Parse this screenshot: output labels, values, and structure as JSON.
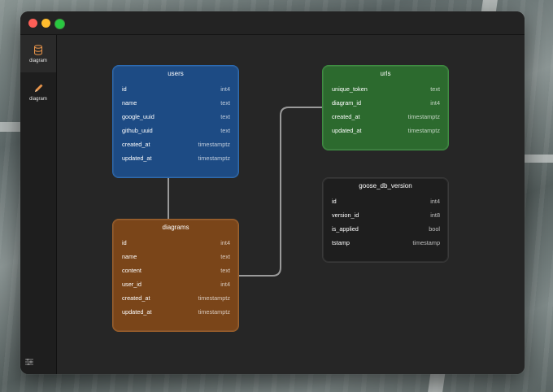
{
  "sidebar": {
    "items": [
      {
        "label": "diagram",
        "icon": "database-icon"
      },
      {
        "label": "diagram",
        "icon": "pencil-icon"
      }
    ]
  },
  "tables": {
    "users": {
      "name": "users",
      "color": "#1d4b84",
      "columns": [
        {
          "name": "id",
          "type": "int4"
        },
        {
          "name": "name",
          "type": "text"
        },
        {
          "name": "google_uuid",
          "type": "text"
        },
        {
          "name": "github_uuid",
          "type": "text"
        },
        {
          "name": "created_at",
          "type": "timestamptz"
        },
        {
          "name": "updated_at",
          "type": "timestamptz"
        }
      ]
    },
    "diagrams": {
      "name": "diagrams",
      "color": "#7a4519",
      "columns": [
        {
          "name": "id",
          "type": "int4"
        },
        {
          "name": "name",
          "type": "text"
        },
        {
          "name": "content",
          "type": "text"
        },
        {
          "name": "user_id",
          "type": "int4"
        },
        {
          "name": "created_at",
          "type": "timestamptz"
        },
        {
          "name": "updated_at",
          "type": "timestamptz"
        }
      ]
    },
    "urls": {
      "name": "urls",
      "color": "#2c6a2e",
      "columns": [
        {
          "name": "unique_token",
          "type": "text"
        },
        {
          "name": "diagram_id",
          "type": "int4"
        },
        {
          "name": "created_at",
          "type": "timestamptz"
        },
        {
          "name": "updated_at",
          "type": "timestamptz"
        }
      ]
    },
    "goose_db_version": {
      "name": "goose_db_version",
      "color": "#1e1e1e",
      "columns": [
        {
          "name": "id",
          "type": "int4"
        },
        {
          "name": "version_id",
          "type": "int8"
        },
        {
          "name": "is_applied",
          "type": "bool"
        },
        {
          "name": "tstamp",
          "type": "timestamp"
        }
      ]
    }
  }
}
